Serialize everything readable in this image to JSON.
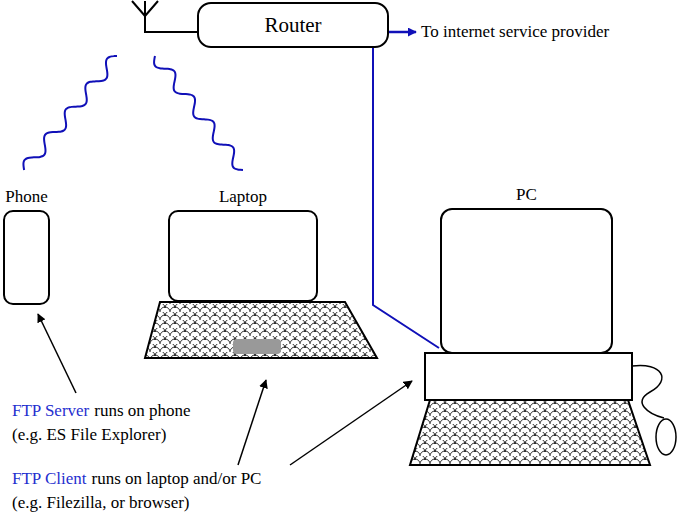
{
  "diagram": {
    "nodes": [
      {
        "text": [
          "Router"
        ]
      },
      {
        "text": [
          "Phone"
        ]
      },
      {
        "text": [
          "Laptop"
        ]
      },
      {
        "text": [
          "PC"
        ]
      }
    ],
    "edges": [
      {
        "from": 0,
        "to": 3,
        "arrow": "none"
      },
      {
        "from": 0,
        "to": 1,
        "arrow": "none"
      },
      {
        "from": 0,
        "to": 2,
        "arrow": "none"
      }
    ],
    "labels": [
      "To internet service provider",
      "FTP Server",
      "runs on phone",
      "(e.g. ES File Explorer)",
      "FTP Client",
      "runs on laptop and/or PC",
      "(e.g. Filezilla, or browser)"
    ]
  }
}
